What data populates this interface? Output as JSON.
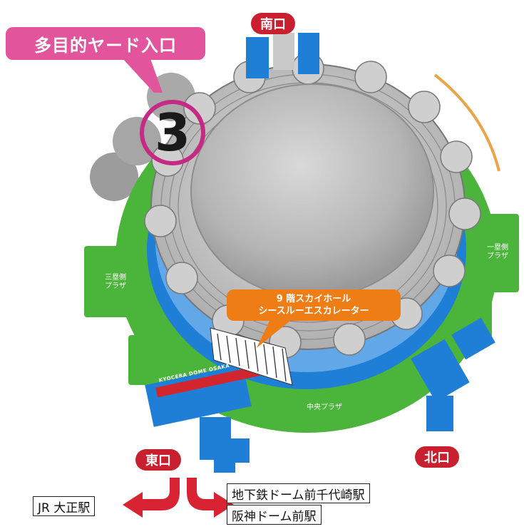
{
  "gates": {
    "south": "南口",
    "east": "東口",
    "north": "北口"
  },
  "entrance_callout": {
    "label": "多目的ヤード入口",
    "number": "3"
  },
  "escalator_callout": {
    "line1": "9 階スカイホール",
    "line2": "シースルーエスカレーター"
  },
  "plazas": {
    "third_base": "三塁側\nプラザ",
    "first_base": "一塁側\nプラザ",
    "center": "中央プラザ"
  },
  "banner": "KYOCERA DOME OSAKA",
  "stations": {
    "jr": "JR 大正駅",
    "subway": "地下鉄ドーム前千代崎駅",
    "hanshin": "阪神ドーム前駅"
  },
  "colors": {
    "plaza_green": "#4bb43a",
    "gate_red": "#c8202e",
    "stairs_blue": "#1f7fd6",
    "callout_pink": "#e2559c",
    "callout_orange": "#ef7d16",
    "dome_gray": "#b8b8b8"
  }
}
